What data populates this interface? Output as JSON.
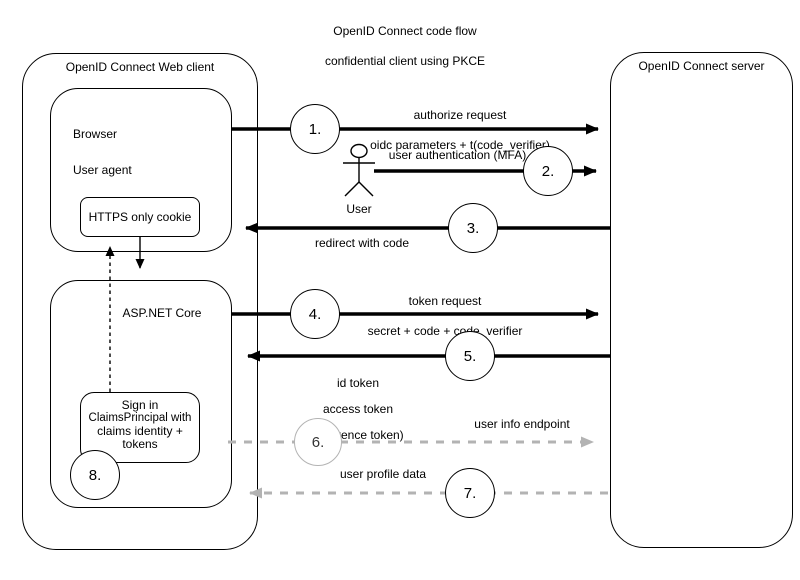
{
  "title": {
    "line1": "OpenID Connect code flow",
    "line2": "confidential client using PKCE"
  },
  "client": {
    "label": "OpenID Connect Web client",
    "browser": {
      "label_line1": "Browser",
      "label_line2": "User agent",
      "cookie_label": "HTTPS only cookie"
    },
    "aspnet": {
      "label": "ASP.NET Core",
      "signin": {
        "line1": "Sign in",
        "line2": "ClaimsPrincipal with",
        "line3": "claims identity +",
        "line4": "tokens"
      }
    }
  },
  "server": {
    "label": "OpenID Connect server"
  },
  "user_actor": {
    "label": "User"
  },
  "steps": [
    {
      "num": "1.",
      "line1": "authorize request",
      "line2": "oidc parameters + t(code_verifier)"
    },
    {
      "num": "2.",
      "line1": "user authentication (MFA)"
    },
    {
      "num": "3.",
      "line1": "redirect with code"
    },
    {
      "num": "4.",
      "line1": "token request",
      "line2": "secret + code + code_verifier"
    },
    {
      "num": "5.",
      "line1": "id token",
      "line2": "access token",
      "line3": "(reference token)"
    },
    {
      "num": "6.",
      "line1": "user info endpoint"
    },
    {
      "num": "7.",
      "line1": "user profile data"
    },
    {
      "num": "8."
    }
  ],
  "colors": {
    "solid_line": "#000000",
    "dashed_line": "#b3b3b3",
    "background": "#ffffff"
  }
}
